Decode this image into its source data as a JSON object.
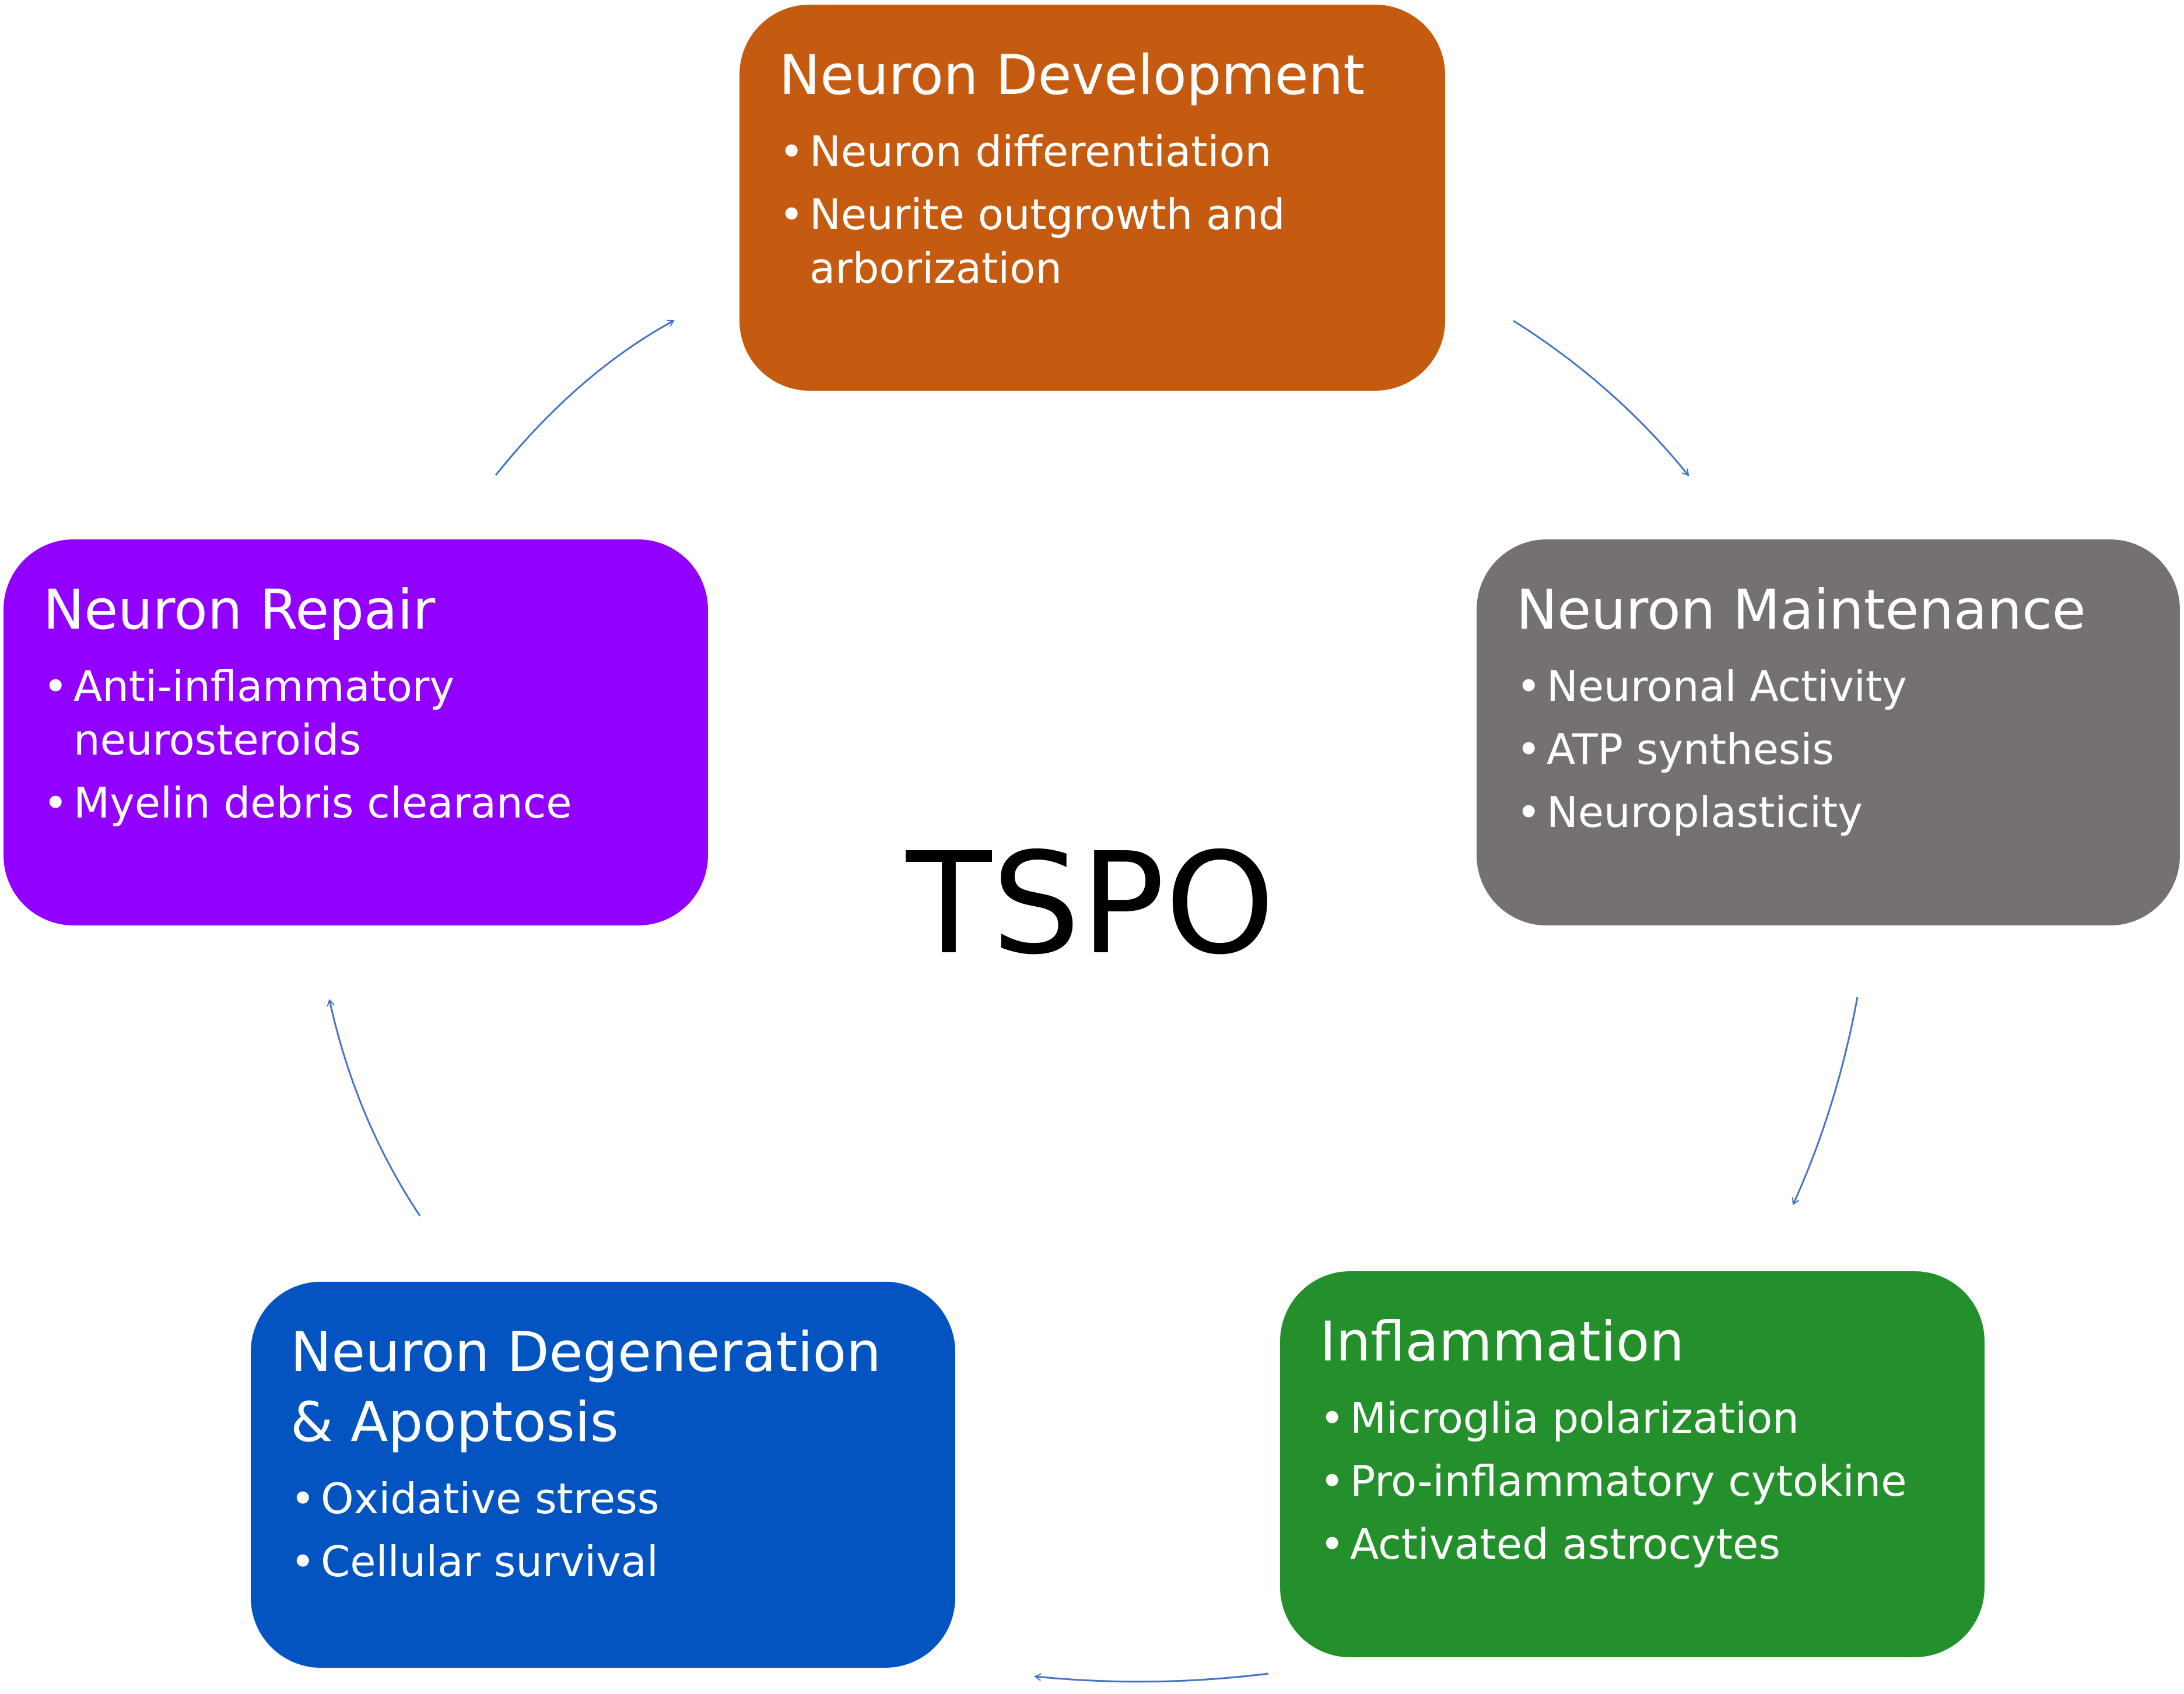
{
  "center_label": "TSPO",
  "colors": {
    "development": "#C55A11",
    "maintenance": "#767171",
    "inflammation": "#23902C",
    "degeneration": "#0353C0",
    "repair": "#9200FF",
    "arrow": "#4472C4"
  },
  "boxes": {
    "development": {
      "title": "Neuron Development",
      "items": [
        "Neuron differentiation",
        "Neurite outgrowth and arborization"
      ]
    },
    "maintenance": {
      "title": "Neuron Maintenance",
      "items": [
        "Neuronal Activity",
        "ATP synthesis",
        "Neuroplasticity"
      ]
    },
    "inflammation": {
      "title": "Inflammation",
      "items": [
        "Microglia polarization",
        "Pro-inflammatory cytokine",
        "Activated astrocytes"
      ]
    },
    "degeneration": {
      "title": "Neuron Degeneration & Apoptosis",
      "items": [
        "Oxidative stress",
        "Cellular survival"
      ]
    },
    "repair": {
      "title": "Neuron Repair",
      "items": [
        "Anti-inflammatory neurosteroids",
        "Myelin debris clearance"
      ]
    }
  }
}
